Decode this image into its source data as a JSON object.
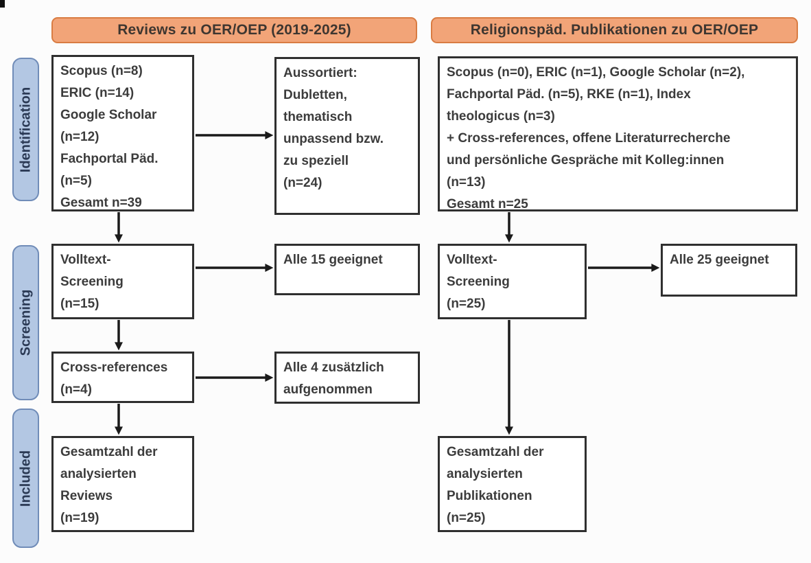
{
  "colors": {
    "header_fill": "#F2A478",
    "header_border": "#D97C42",
    "header_text": "#3E3630",
    "stage_fill": "#B3C7E3",
    "stage_border": "#708CB8",
    "stage_text": "#2B3A55",
    "box_border": "#2F2F2F",
    "box_text": "#3C3C3C",
    "background": "#FCFCFC",
    "arrow": "#1A1A1A"
  },
  "headers": {
    "left": "Reviews zu OER/OEP (2019-2025)",
    "right": "Religionspäd. Publikationen zu OER/OEP"
  },
  "stages": {
    "identification": "Identification",
    "screening": "Screening",
    "included": "Included"
  },
  "boxes": {
    "reviews_sources": {
      "lines": [
        "Scopus (n=8)",
        "ERIC (n=14)",
        "Google Scholar",
        "(n=12)",
        "Fachportal Päd.",
        "(n=5)",
        "Gesamt n=39"
      ]
    },
    "reviews_excluded": {
      "lines": [
        "Aussortiert:",
        "Dubletten,",
        "thematisch",
        "unpassend bzw.",
        "zu speziell",
        "(n=24)"
      ]
    },
    "religionspaed_sources": {
      "lines": [
        "Scopus (n=0), ERIC (n=1), Google Scholar (n=2),",
        "Fachportal Päd. (n=5), RKE (n=1), Index",
        "theologicus (n=3)",
        "+ Cross-references, offene Literaturrecherche",
        "und persönliche Gespräche mit Kolleg:innen",
        "(n=13)",
        "Gesamt n=25"
      ]
    },
    "reviews_fulltext": {
      "lines": [
        "Volltext-",
        "Screening",
        "(n=15)"
      ]
    },
    "reviews_fulltext_result": {
      "lines": [
        "Alle 15 geeignet"
      ]
    },
    "religionspaed_fulltext": {
      "lines": [
        "Volltext-",
        "Screening",
        "(n=25)"
      ]
    },
    "religionspaed_fulltext_result": {
      "lines": [
        "Alle 25 geeignet"
      ]
    },
    "reviews_crossref": {
      "lines": [
        "Cross-references",
        "(n=4)"
      ]
    },
    "reviews_crossref_result": {
      "lines": [
        "Alle 4 zusätzlich",
        "aufgenommen"
      ]
    },
    "reviews_total": {
      "lines": [
        "Gesamtzahl der",
        "analysierten",
        "Reviews",
        "(n=19)"
      ]
    },
    "religionspaed_total": {
      "lines": [
        "Gesamtzahl der",
        "analysierten",
        "Publikationen",
        "(n=25)"
      ]
    }
  }
}
